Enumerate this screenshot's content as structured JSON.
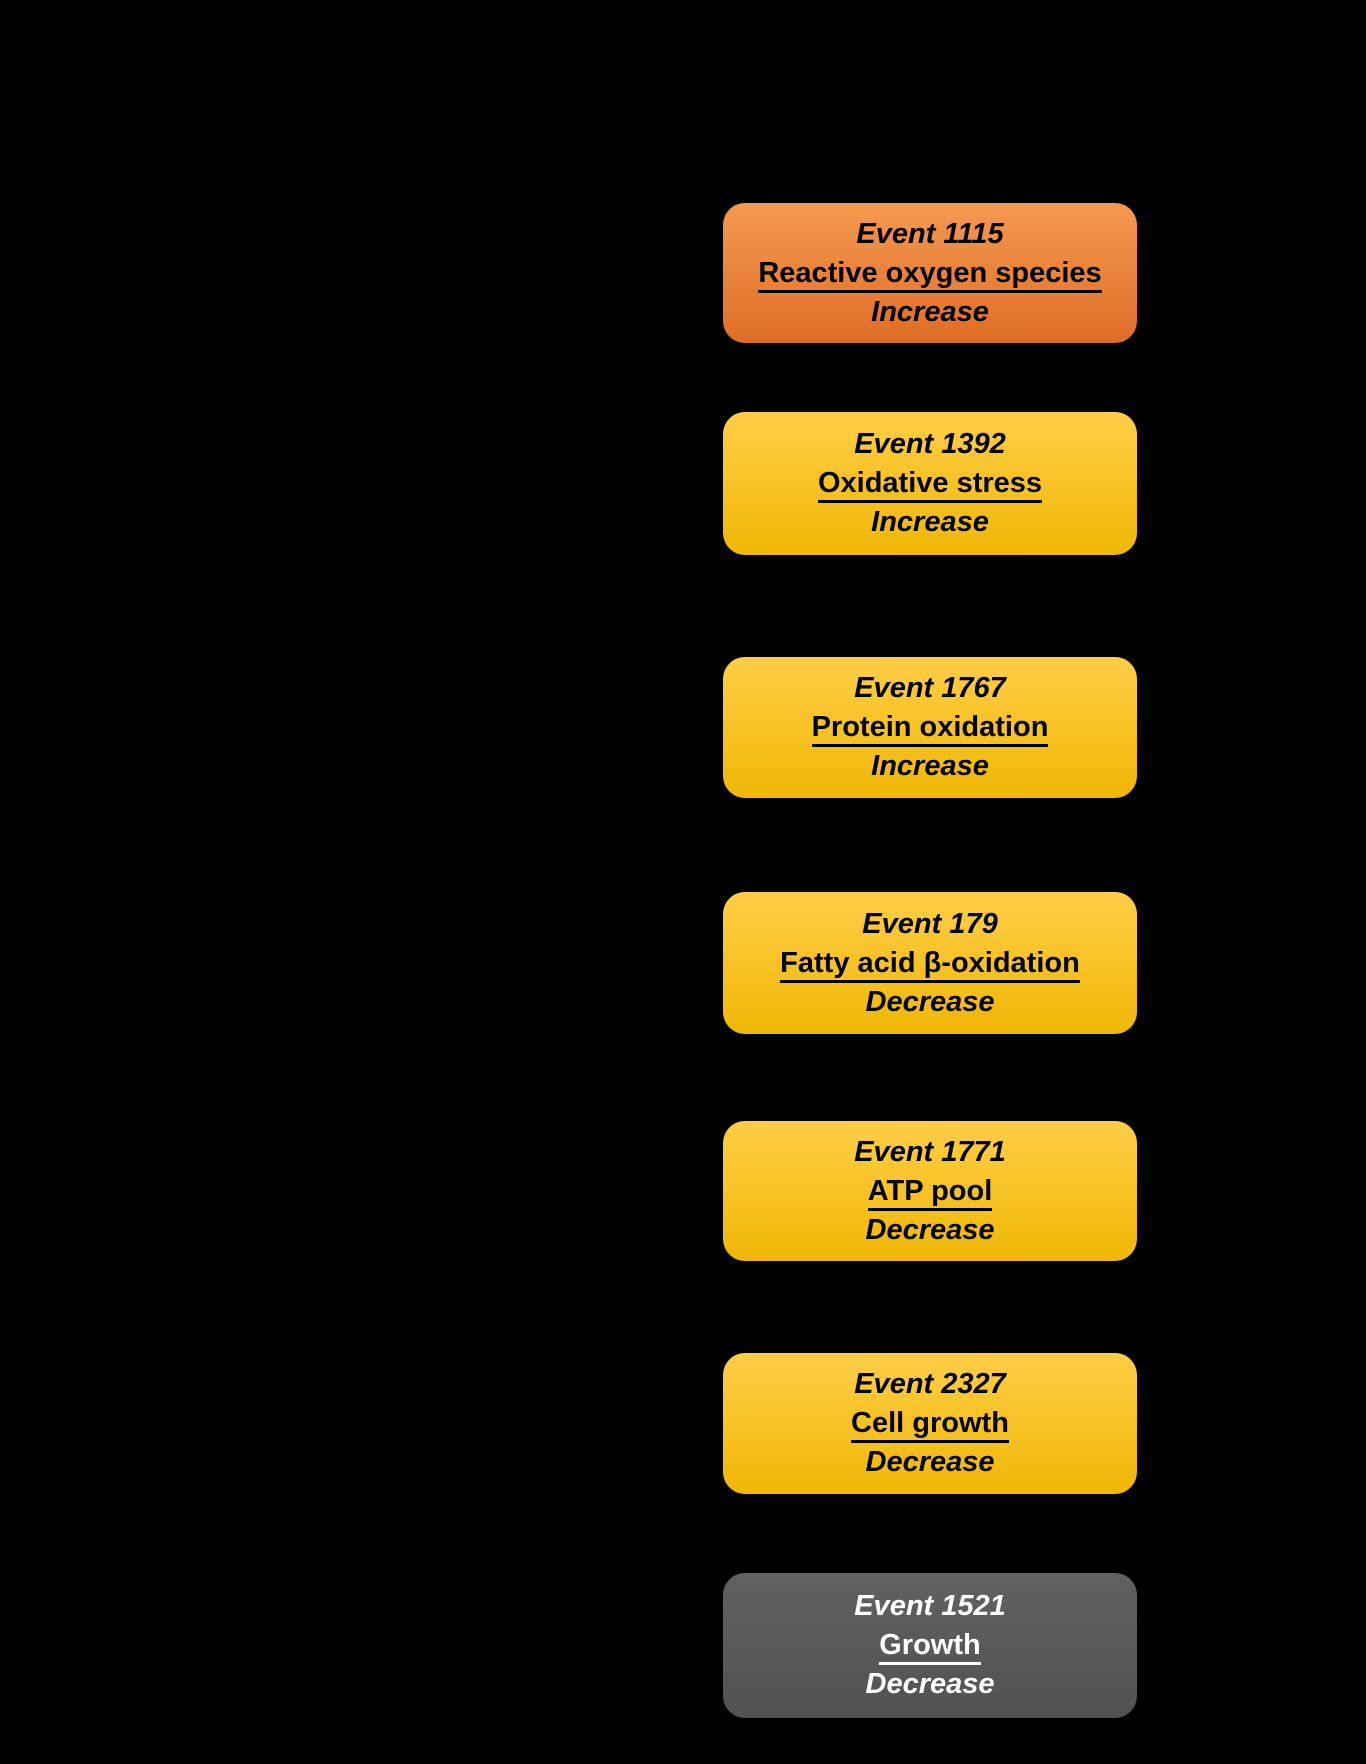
{
  "theme": {
    "background": "#000000",
    "orange-top": "#F5994F",
    "orange-bottom": "#DE6E27",
    "yellow-top": "#FFCE47",
    "yellow-bottom": "#F0B705",
    "gray-top": "#616161",
    "gray-bottom": "#525252",
    "text-dark": "#000000",
    "text-light": "#FFFFFF"
  },
  "nodes": [
    {
      "event": "Event 1115",
      "title": "Reactive oxygen species",
      "direction": "Increase",
      "style": "orange"
    },
    {
      "event": "Event 1392",
      "title": "Oxidative stress",
      "direction": "Increase",
      "style": "yellow"
    },
    {
      "event": "Event 1767",
      "title": "Protein oxidation",
      "direction": "Increase",
      "style": "yellow"
    },
    {
      "event": "Event 179",
      "title": "Fatty acid β-oxidation",
      "direction": "Decrease",
      "style": "yellow"
    },
    {
      "event": "Event 1771",
      "title": "ATP pool",
      "direction": "Decrease",
      "style": "yellow"
    },
    {
      "event": "Event 2327",
      "title": "Cell growth",
      "direction": "Decrease",
      "style": "yellow"
    },
    {
      "event": "Event 1521",
      "title": "Growth",
      "direction": "Decrease",
      "style": "gray"
    }
  ]
}
